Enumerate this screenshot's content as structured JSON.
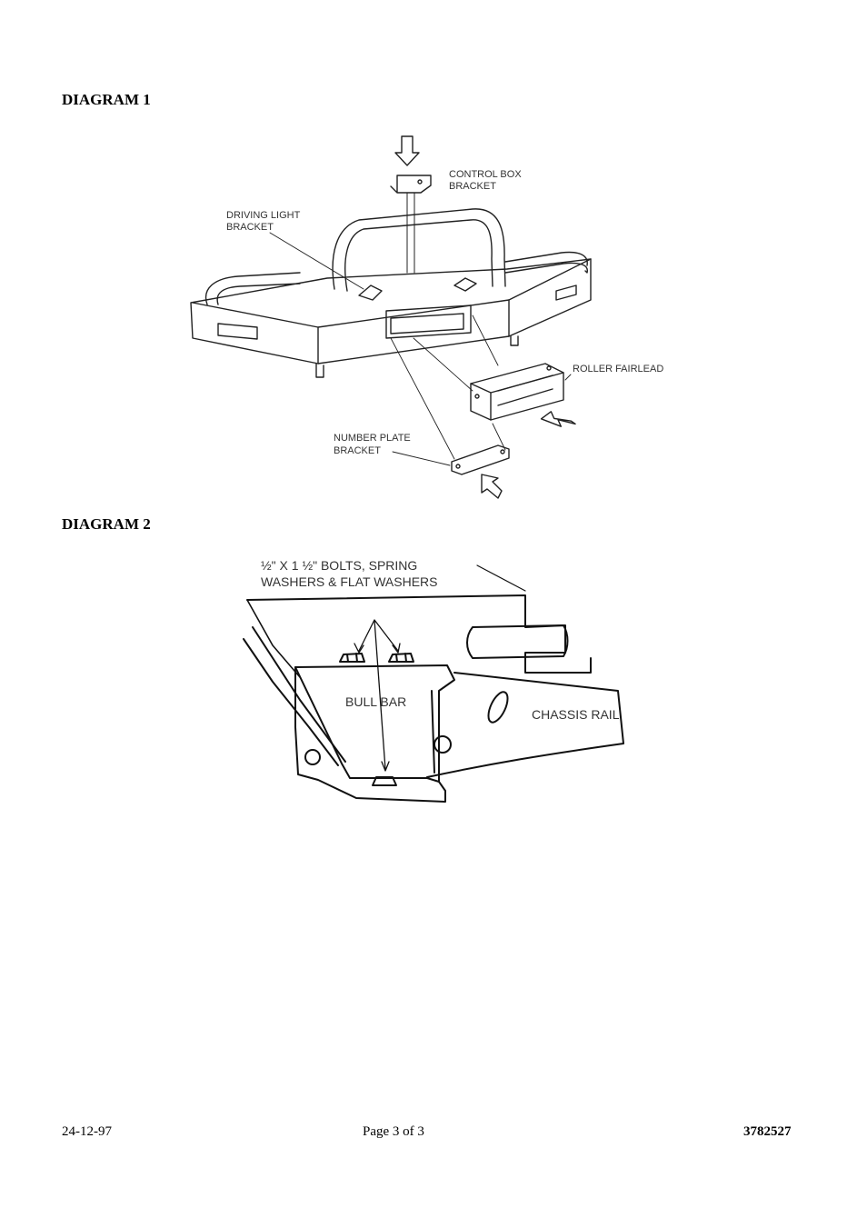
{
  "headings": {
    "diagram1": "DIAGRAM 1",
    "diagram2": "DIAGRAM 2"
  },
  "diagram1": {
    "labels": {
      "control_box_line1": "CONTROL BOX",
      "control_box_line2": "BRACKET",
      "driving_light_line1": "DRIVING LIGHT",
      "driving_light_line2": "BRACKET",
      "roller_fairlead": "ROLLER FAIRLEAD",
      "number_plate_line1": "NUMBER PLATE",
      "number_plate_line2": "BRACKET"
    }
  },
  "diagram2": {
    "labels": {
      "bolts_line1": "½\" X 1 ½\" BOLTS, SPRING",
      "bolts_line2": "WASHERS & FLAT WASHERS",
      "bull_bar": "BULL BAR",
      "chassis_rail": "CHASSIS RAIL"
    }
  },
  "footer": {
    "date": "24-12-97",
    "page": "Page 3 of 3",
    "doc_number": "3782527"
  }
}
